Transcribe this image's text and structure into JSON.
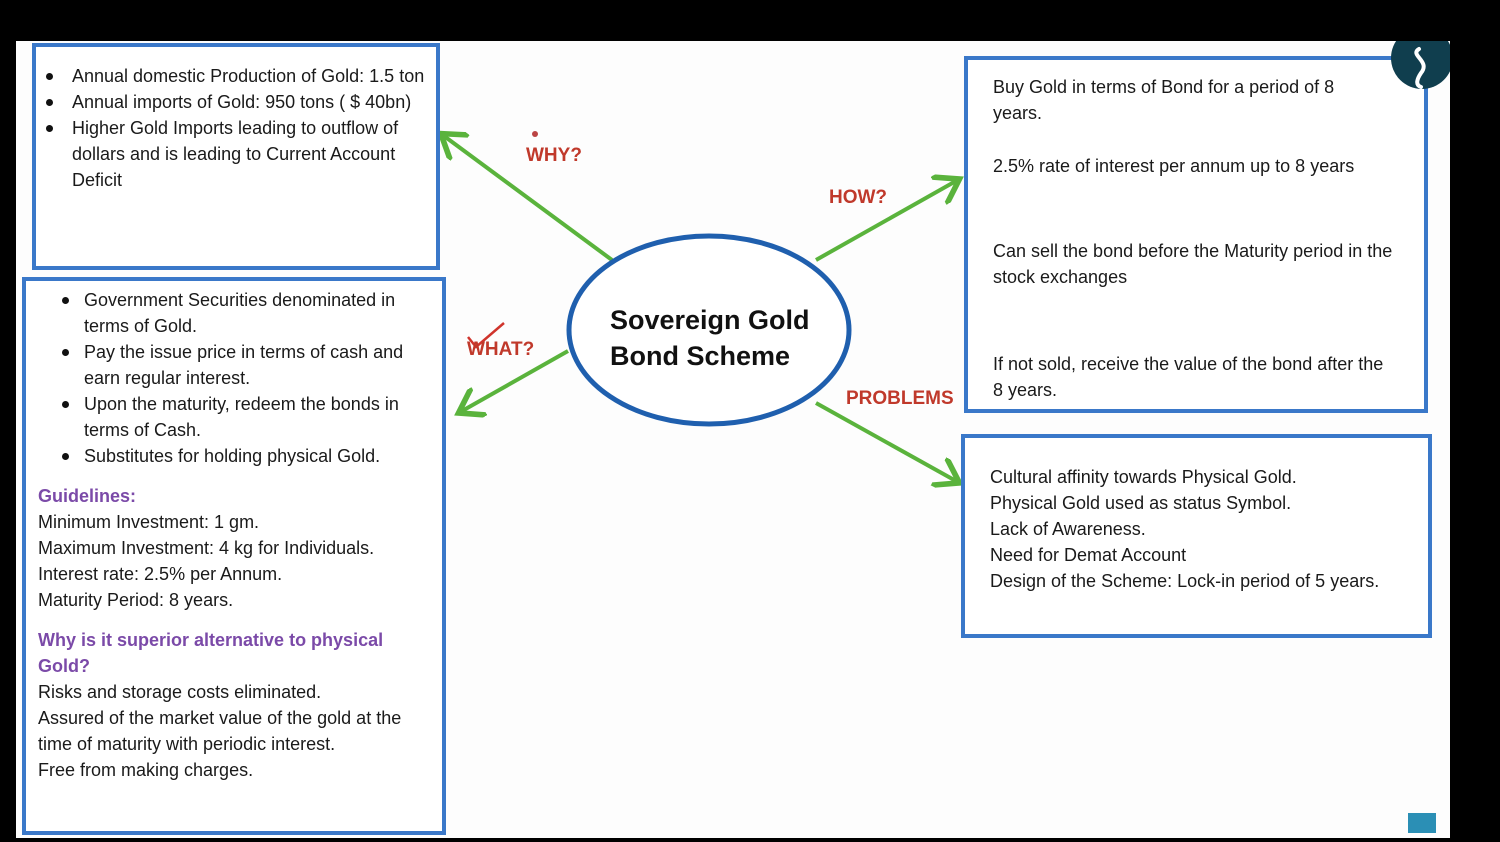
{
  "center": {
    "line1": "Sovereign Gold",
    "line2": "Bond Scheme"
  },
  "labels": {
    "why": "WHY?",
    "how": "HOW?",
    "what": "WHAT?",
    "problems": "PROBLEMS"
  },
  "why_box": {
    "items": [
      "Annual domestic Production of Gold: 1.5 ton",
      "Annual imports of Gold: 950 tons ( $ 40bn)",
      "Higher Gold Imports leading to outflow of dollars and is leading to Current Account Deficit"
    ]
  },
  "what_box": {
    "items": [
      "Government Securities denominated in terms of Gold.",
      "Pay the issue price in terms of cash and earn regular interest.",
      "Upon the maturity, redeem the bonds in terms of Cash.",
      "Substitutes for holding physical Gold."
    ],
    "guidelines_title": "Guidelines:",
    "guidelines": [
      "Minimum Investment: 1 gm.",
      "Maximum Investment: 4 kg for Individuals.",
      "Interest rate: 2.5% per Annum.",
      "Maturity Period: 8 years."
    ],
    "superior_title": "Why is it superior alternative to physical Gold?",
    "superior": [
      "Risks and storage costs eliminated.",
      "Assured of the market value of the gold at the time of maturity with periodic interest.",
      "Free from making charges."
    ]
  },
  "how_box": {
    "steps": [
      "Buy Gold in terms of Bond for a period of 8 years.",
      "2.5% rate of interest per annum up to 8 years",
      "Can sell the bond before the Maturity period in the stock exchanges",
      "If not sold, receive the value of the bond after the 8 years."
    ]
  },
  "problems_box": {
    "lines": [
      "Cultural affinity towards Physical Gold.",
      "Physical Gold used as status Symbol.",
      "Lack of Awareness.",
      "Need for Demat Account",
      "Design of the Scheme: Lock-in period of 5 years."
    ]
  },
  "colors": {
    "box_border": "#3a78c9",
    "arrow": "#5ab33c",
    "label": "#c0392b",
    "subhead": "#7b4aa8",
    "ellipse": "#1f5fae"
  }
}
